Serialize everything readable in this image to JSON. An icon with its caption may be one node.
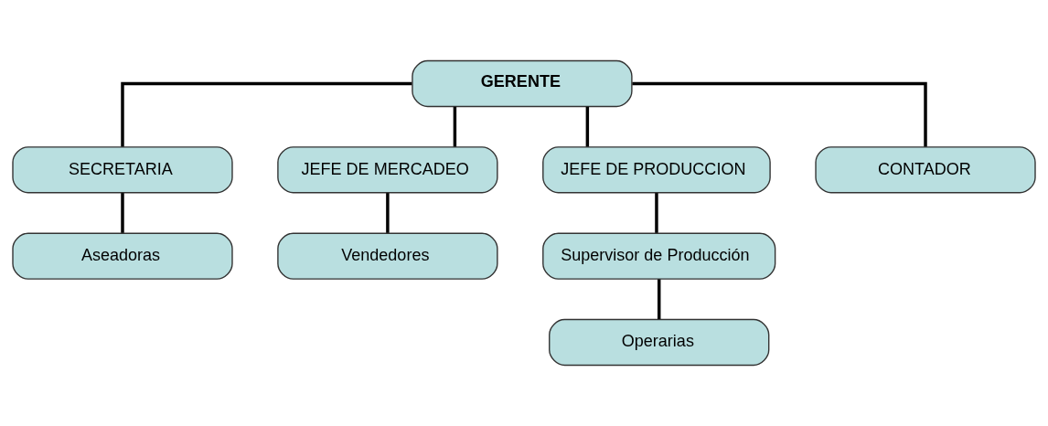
{
  "diagram": {
    "nodes": [
      {
        "text": [
          "GERENTE"
        ]
      },
      {
        "text": [
          "SECRETARIA"
        ]
      },
      {
        "text": [
          "Aseadoras"
        ]
      },
      {
        "text": [
          "JEFE DE MERCADEO"
        ]
      },
      {
        "text": [
          "JEFE DE PRODUCCION"
        ]
      },
      {
        "text": [
          "CONTADOR"
        ]
      },
      {
        "text": [
          "Vendedores"
        ]
      },
      {
        "text": [
          "Supervisor de Producción"
        ]
      },
      {
        "text": [
          "Operarias"
        ]
      }
    ],
    "edges": [
      {
        "from": 0,
        "to": 1,
        "arrow": "none"
      },
      {
        "from": 1,
        "to": 2,
        "arrow": "none"
      },
      {
        "from": 0,
        "to": 3,
        "arrow": "none"
      },
      {
        "from": 0,
        "to": 4,
        "arrow": "none"
      },
      {
        "from": 0,
        "to": 5,
        "arrow": "none"
      },
      {
        "from": 3,
        "to": 6,
        "arrow": "none"
      },
      {
        "from": 4,
        "to": 7,
        "arrow": "none"
      },
      {
        "from": 7,
        "to": 8,
        "arrow": "none"
      }
    ]
  }
}
